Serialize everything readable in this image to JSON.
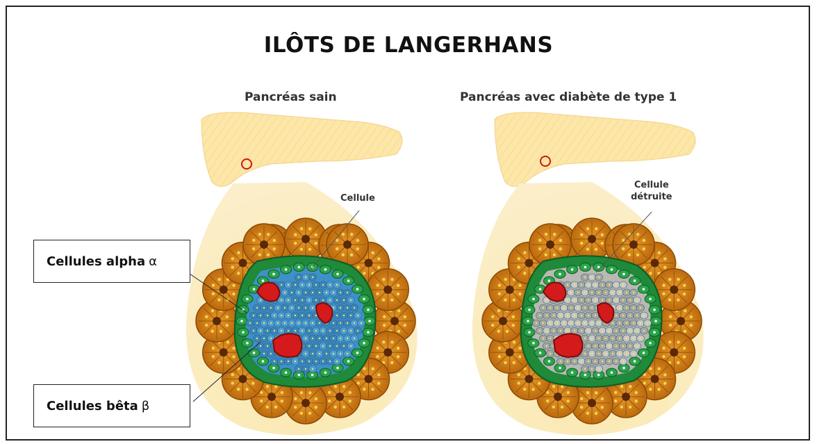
{
  "title": "ILÔTS DE  LANGERHANS",
  "panels": {
    "healthy": {
      "title": "Pancréas sain",
      "cell_label": "Cellule"
    },
    "diabetic": {
      "title": "Pancréas avec diabète de type 1",
      "cell_label_line1": "Cellule",
      "cell_label_line2": "détruite"
    }
  },
  "callouts": {
    "alpha": {
      "text": "Cellules alpha",
      "symbol": "α"
    },
    "beta": {
      "text": "Cellules bêta",
      "symbol": "β"
    }
  },
  "colors": {
    "pancreas": "#fbe3a0",
    "acinar": "#c9770f",
    "green_ring": "#1e8a3a",
    "alpha_cells": "#3e91c8",
    "destroyed_cells": "#b9b9b3",
    "red_vessel": "#d41a1a"
  }
}
